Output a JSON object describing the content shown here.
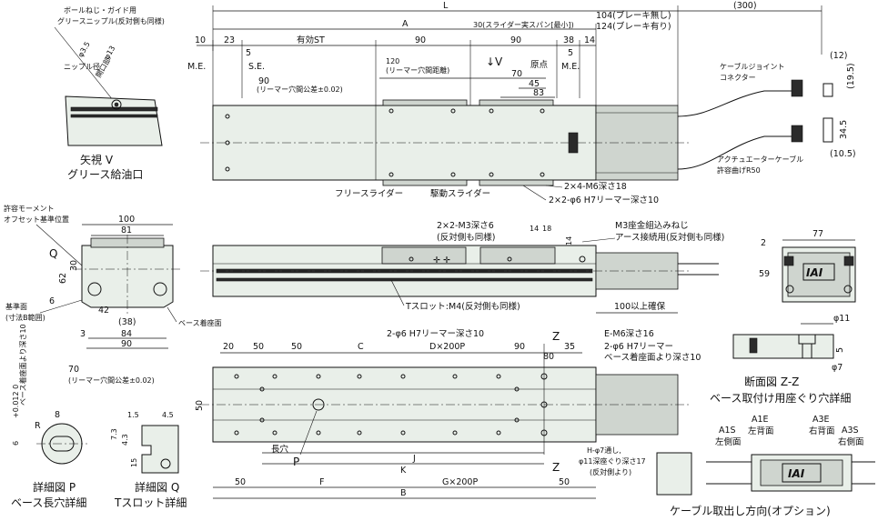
{
  "top_dims": {
    "L": "L",
    "stroke_300": "(300)",
    "A": "A",
    "slider_span": "30(スライダー実スパン[最小])",
    "brake_none": "104(ブレーキ無し)",
    "brake_yes": "124(ブレーキ有り)",
    "d10": "10",
    "d23": "23",
    "effective_st": "有効ST",
    "d90a": "90",
    "d90b": "90",
    "d38": "38",
    "d14": "14",
    "me_left": "M.E.",
    "se": "S.E.",
    "d5a": "5",
    "d5b": "5",
    "me_right": "M.E.",
    "origin": "原点",
    "d90_pitch": "90",
    "pitch_tol": "(リーマー穴間公差±0.02)",
    "d120": "120",
    "d120_note": "(リーマー穴間距離)",
    "arrow_v": "↓V",
    "d70": "70",
    "d45": "45",
    "d83": "83",
    "free_slider": "フリースライダー",
    "drive_slider": "駆動スライダー",
    "m6_holes": "2×4-M6深さ18",
    "reamer_holes": "2×2-φ6 H7リーマー深さ10",
    "cable_joint_1": "ケーブルジョイント",
    "cable_joint_2": "コネクター",
    "actuator_cable_1": "アクチュエーターケーブル",
    "actuator_cable_2": "許容曲げR50",
    "d12": "(12)",
    "d19_5": "(19.5)",
    "d34_5": "34.5",
    "d10_5": "(10.5)"
  },
  "view_v": {
    "note_1": "ボールねじ・ガイド用",
    "note_2": "グリースニップル(反対側も同様)",
    "phi35": "φ3.5",
    "phi13": "φ13",
    "nipple": "ニップル径",
    "opening": "開口部",
    "caption_1": "矢視 V",
    "caption_2": "グリース給油口"
  },
  "end_view": {
    "moment_1": "許容モーメント",
    "moment_2": "オフセット基準位置",
    "d100": "100",
    "d81": "81",
    "q": "Q",
    "d30": "30",
    "d62": "62",
    "d6": "6",
    "d42": "42",
    "d38": "(38)",
    "d84": "84",
    "d90": "90",
    "d3": "3",
    "ref_1": "基準面",
    "ref_2": "(寸法B範囲)",
    "base_mount": "ベース着座面"
  },
  "side_view": {
    "m3_1": "2×2-M3深さ6",
    "m3_2": "(反対側も同様)",
    "d14": "14",
    "d18": "18",
    "d14b": "14",
    "ground_1": "M3座金組込みねじ",
    "ground_2": "アース接続用(反対側も同様)",
    "tslot": "Tスロット:M4(反対側も同様)",
    "clearance": "100以上確保"
  },
  "motor_end": {
    "d77": "77",
    "d2": "2",
    "d59": "59",
    "logo": "IAI"
  },
  "bottom_view": {
    "d20": "20",
    "d50a": "50",
    "d50b": "50",
    "C": "C",
    "reamer": "2-φ6 H7リーマー深さ10",
    "D": "D×200P",
    "d90": "90",
    "z_top": "Z",
    "d35": "35",
    "d80": "80",
    "em6": "E-M6深さ16",
    "reamer2_1": "2-φ6 H7リーマー",
    "reamer2_2": "ベース着座面より深さ10",
    "d70": "70",
    "d70_note": "(リーマー穴間公差±0.02)",
    "d50v": "50",
    "long_hole": "長穴",
    "P": "P",
    "J": "J",
    "K": "K",
    "thru_1": "H-φ7通し,",
    "thru_2": "φ11深座ぐり深さ17",
    "thru_3": "(反対側より)",
    "d50c": "50",
    "F": "F",
    "G": "G×200P",
    "z_bottom": "Z",
    "d50d": "50",
    "B": "B"
  },
  "detail_p": {
    "tol_1": "6",
    "tol_2": "+0.012 0",
    "depth": "ベース着座面より深さ10",
    "d8": "8",
    "R": "R",
    "caption_1": "詳細図 P",
    "caption_2": "ベース長穴詳細"
  },
  "detail_q": {
    "d1_5": "1.5",
    "d4_5": "4.5",
    "d7_3": "7.3",
    "d4_3": "4.3",
    "d15": "15",
    "caption_1": "詳細図 Q",
    "caption_2": "Tスロット詳細"
  },
  "section_zz": {
    "phi11": "φ11",
    "d5": "5",
    "d7": "φ7",
    "caption_1": "断面図 Z-Z",
    "caption_2": "ベース取付け用座ぐり穴詳細"
  },
  "cable_option": {
    "a1s_1": "A1S",
    "a1s_2": "左側面",
    "a1e_1": "A1E",
    "a1e_2": "左背面",
    "a3e_1": "A3E",
    "a3e_2": "右背面",
    "a3s_1": "A3S",
    "a3s_2": "右側面",
    "logo": "IAI",
    "caption": "ケーブル取出し方向(オプション)"
  }
}
